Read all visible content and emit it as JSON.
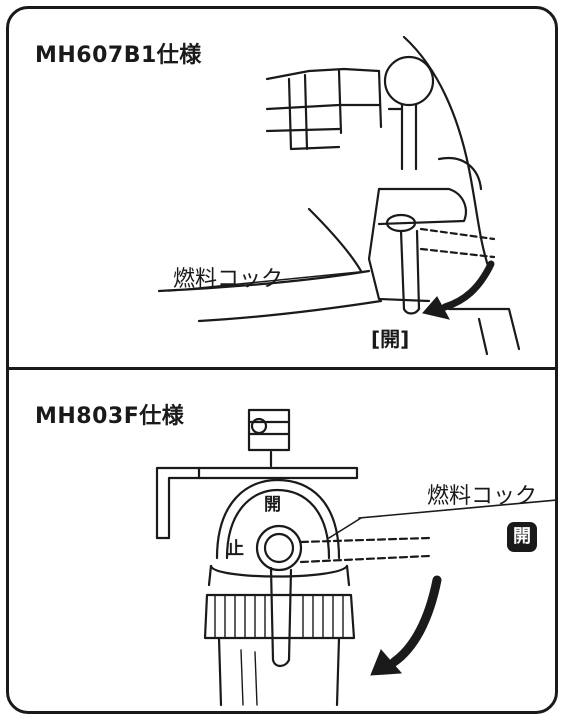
{
  "top_panel": {
    "title": "MH607B1仕様",
    "cock_label": "燃料コック",
    "open_label": "[開]"
  },
  "bottom_panel": {
    "title": "MH803F仕様",
    "cock_label": "燃料コック",
    "open_badge": "開",
    "dial_open": "開",
    "dial_stop": "止"
  }
}
